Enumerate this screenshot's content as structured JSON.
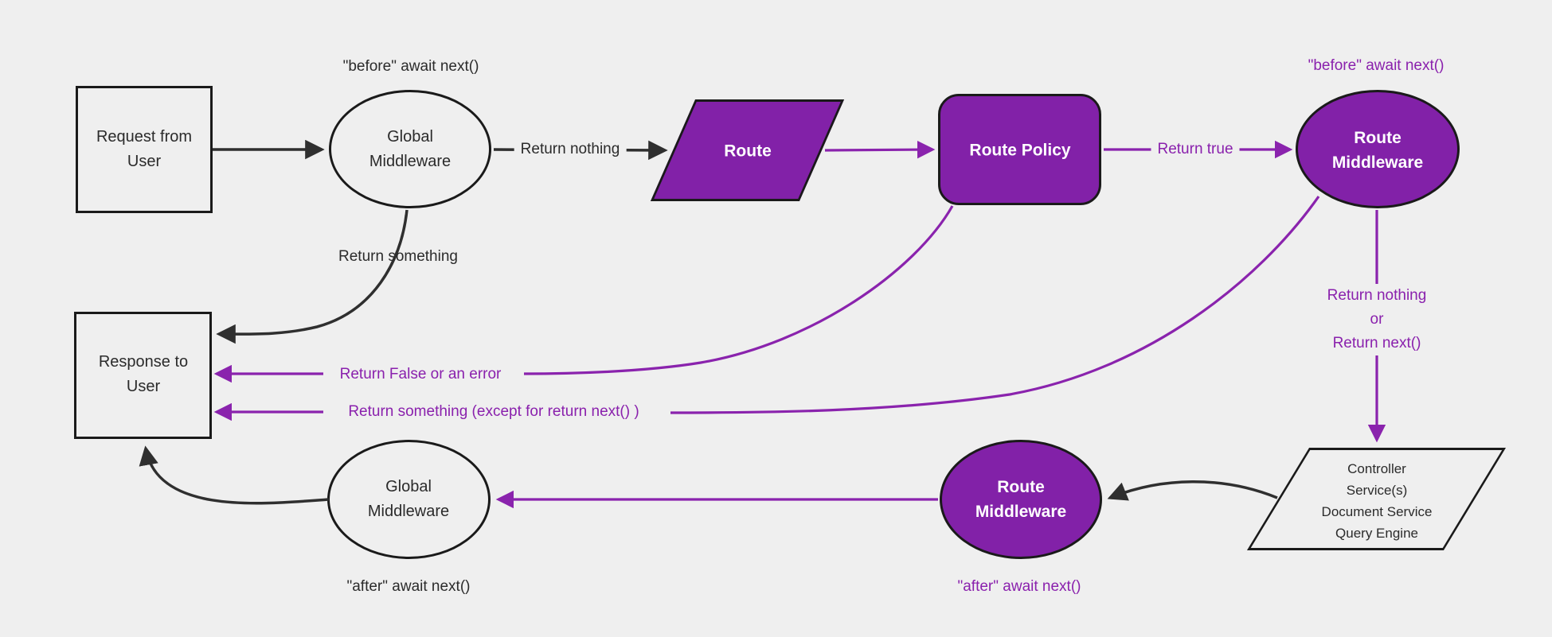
{
  "diagram": {
    "title_hint": "middleware request flow diagram",
    "colors": {
      "background": "#efefef",
      "node_border": "#1a1a1a",
      "purple_fill": "#8221a8",
      "purple_line": "#8a23ad",
      "dark_text": "#2b2b2b",
      "white_text": "#ffffff"
    },
    "nodes": {
      "request": {
        "line1": "Request from",
        "line2": "User"
      },
      "global_mw_top": {
        "line1": "Global",
        "line2": "Middleware"
      },
      "route": {
        "label": "Route"
      },
      "route_policy": {
        "label": "Route Policy"
      },
      "route_mw_top": {
        "line1": "Route",
        "line2": "Middleware"
      },
      "services": {
        "line1": "Controller",
        "line2": "Service(s)",
        "line3": "Document Service",
        "line4": "Query Engine"
      },
      "route_mw_bottom": {
        "line1": "Route",
        "line2": "Middleware"
      },
      "global_mw_bottom": {
        "line1": "Global",
        "line2": "Middleware"
      },
      "response": {
        "line1": "Response to",
        "line2": "User"
      }
    },
    "labels": {
      "before_next_global": "\"before\" await next()",
      "before_next_route": "\"before\" await next()",
      "return_nothing": "Return nothing",
      "return_true": "Return true",
      "return_nothing_l1": "Return nothing",
      "return_nothing_l2": "or",
      "return_nothing_l3": "Return next()",
      "return_something": "Return something",
      "return_false": "Return False or an error",
      "return_something_except": "Return something (except for return next() )",
      "after_next_route": "\"after\" await next()",
      "after_next_global": "\"after\" await next()"
    }
  }
}
